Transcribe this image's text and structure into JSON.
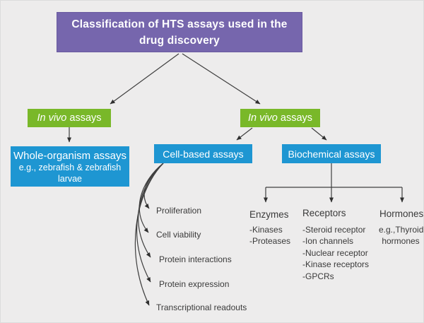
{
  "title": {
    "line1": "Classification of HTS assays used in the",
    "line2": "drug discovery"
  },
  "branch_left": {
    "italic": "In vivo",
    "rest": "assays"
  },
  "branch_right": {
    "italic": "In vivo",
    "rest": "assays"
  },
  "whole_organism": {
    "title": "Whole-organism assays",
    "line2": "e.g., zebrafish & zebrafish",
    "line3": "larvae"
  },
  "cell_based": {
    "label": "Cell-based assays",
    "items": [
      "Proliferation",
      "Cell viability",
      "Protein interactions",
      "Protein expression",
      "Transcriptional readouts"
    ]
  },
  "biochemical": {
    "label": "Biochemical assays",
    "groups": [
      {
        "title": "Enzymes",
        "items": [
          "-Kinases",
          "-Proteases"
        ]
      },
      {
        "title": "Receptors",
        "items": [
          "-Steroid receptor",
          "-Ion channels",
          "-Nuclear receptor",
          "-Kinase receptors",
          "-GPCRs"
        ]
      },
      {
        "title": "Hormones",
        "items": [
          "e.g.,Thyroid",
          "hormones"
        ]
      }
    ]
  },
  "colors": {
    "purple": "#7666ad",
    "green": "#79b829",
    "blue": "#1e96d2",
    "line": "#3f3f3f",
    "bg": "#edecec",
    "text": "#3a3a3a"
  }
}
